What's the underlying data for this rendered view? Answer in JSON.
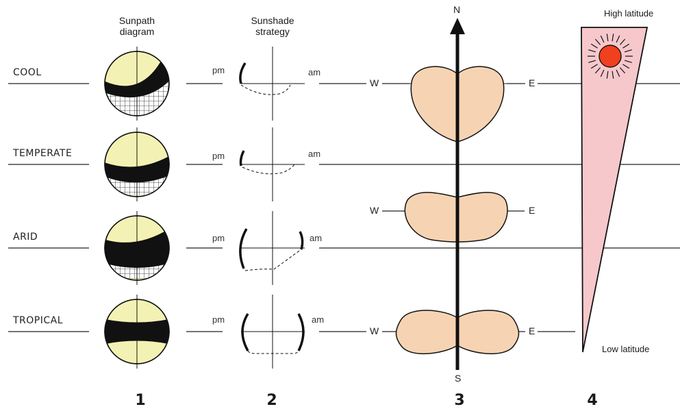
{
  "headers": {
    "sunpath": "Sunpath\ndiagram",
    "sunshade": "Sunshade\nstrategy"
  },
  "climates": [
    "COOL",
    "TEMPERATE",
    "ARID",
    "TROPICAL"
  ],
  "sunshade_labels": {
    "pm": "pm",
    "am": "am"
  },
  "orientation": {
    "north": "N",
    "south": "S",
    "west": "W",
    "east": "E"
  },
  "latitude": {
    "high": "High latitude",
    "low": "Low latitude"
  },
  "column_numbers": [
    "1",
    "2",
    "3",
    "4"
  ],
  "colors": {
    "sky": "#f3f2b4",
    "shape_fill": "#f6d4b3",
    "wedge_fill": "#f6c8cc",
    "sun": "#f0401e",
    "ink": "#111111"
  }
}
